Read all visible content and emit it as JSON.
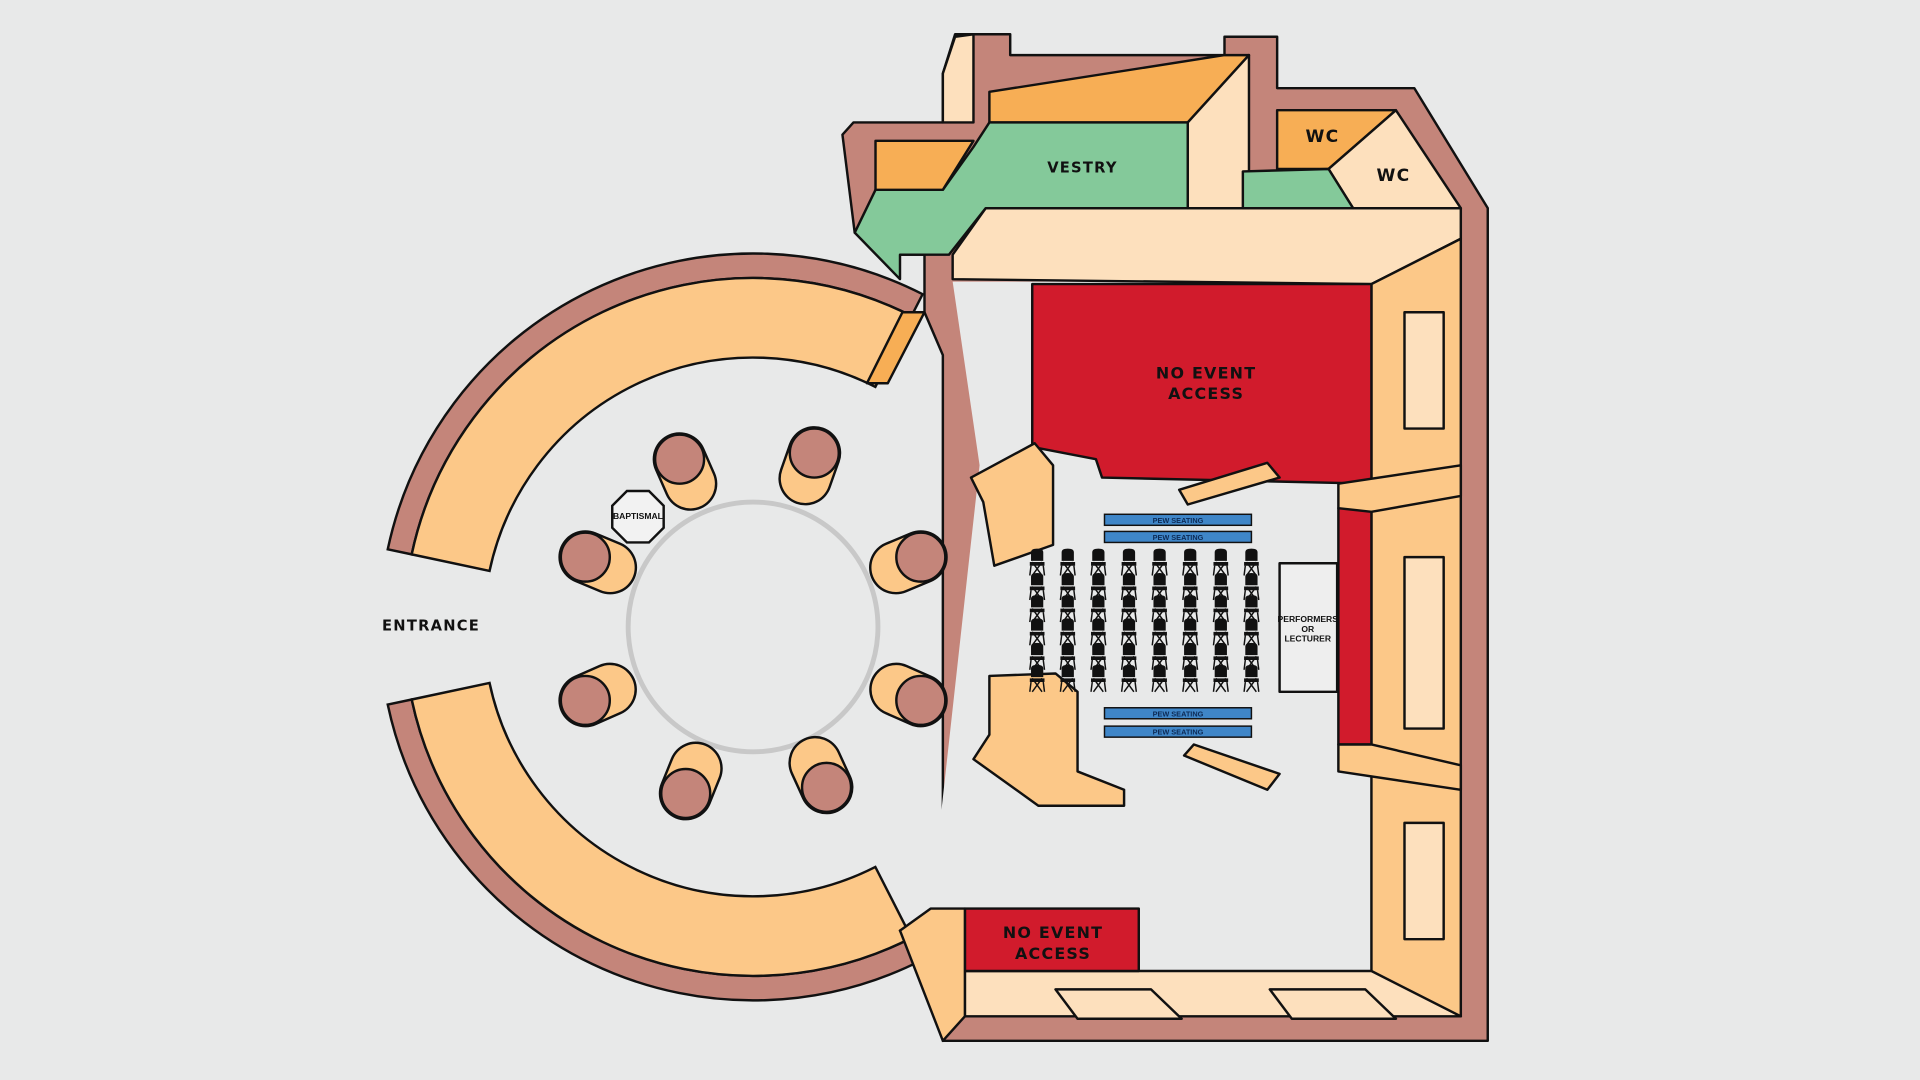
{
  "title": "Venue floor plan",
  "labels": {
    "entrance": "ENTRANCE",
    "vestry": "VESTRY",
    "wc1": "WC",
    "wc2": "WC",
    "no_access_top_1": "NO EVENT",
    "no_access_top_2": "ACCESS",
    "no_access_bottom_1": "NO EVENT",
    "no_access_bottom_2": "ACCESS",
    "baptismal": "BAPTISMAL",
    "performers_1": "PERFORMERS",
    "performers_2": "OR",
    "performers_3": "LECTURER"
  },
  "pews": [
    "PEW SEATING",
    "PEW SEATING",
    "PEW SEATING",
    "PEW SEATING"
  ],
  "chair_columns": 8,
  "chair_rows_per_block": 3,
  "colors": {
    "background": "#e8e9e9",
    "wall": "#c4857a",
    "cream": "#fde0bd",
    "peach": "#fcc888",
    "orange": "#f7ae55",
    "green": "#84c99a",
    "no_access": "#d11b2c",
    "pew": "#3f86c8"
  }
}
